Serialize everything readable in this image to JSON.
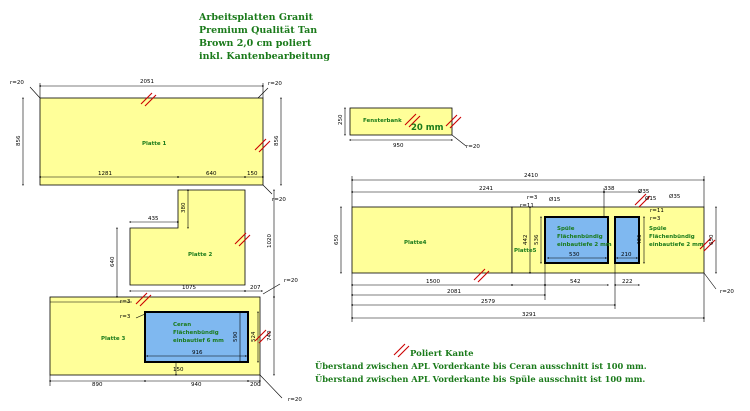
{
  "header": {
    "line1": "Arbeitsplatten Granit",
    "line2": "Premium Qualität Tan",
    "line3": "Brown 2,0 cm poliert",
    "line4": "inkl. Kantenbearbeitung"
  },
  "plates": {
    "p1": "Platte 1",
    "p2": "Platte 2",
    "p3": "Platte 3",
    "p4": "Platte4",
    "p5": "Platte5",
    "sill": "Fensterbank",
    "sill_thickness": "20 mm"
  },
  "cutouts": {
    "ceran_line1": "Ceran",
    "ceran_line2": "Flächenbündig",
    "ceran_line3": "einbautief 6 mm",
    "sink_line1": "Spüle",
    "sink_line2": "Flächenbündig",
    "sink_line3": "einbautiefe 2 mm"
  },
  "dims": {
    "d2051": "2051",
    "d856a": "856",
    "d856b": "856",
    "d1281": "1281",
    "d640a": "640",
    "d150a": "150",
    "d435": "435",
    "d380": "380",
    "d1020": "1020",
    "d640b": "640",
    "d1075": "1075",
    "d207": "207",
    "d740": "740",
    "d524": "524",
    "d590": "590",
    "d916": "916",
    "d890": "890",
    "d940": "940",
    "d200": "200",
    "d150b": "150",
    "d250": "250",
    "d950": "950",
    "d2410": "2410",
    "d2241": "2241",
    "d338": "338",
    "d650a": "650",
    "d650b": "650",
    "d442": "442",
    "d536": "536",
    "d530": "530",
    "d210": "210",
    "d436": "436",
    "d1500": "1500",
    "d2081": "2081",
    "d542": "542",
    "d222": "222",
    "d2579": "2579",
    "d3291": "3291"
  },
  "radii": {
    "r20a": "r=20",
    "r20b": "r=20",
    "r20c": "r=20",
    "r20d": "r=20",
    "r20e": "r=20",
    "r20f": "r=20",
    "r20g": "r=20",
    "r3a": "r=3",
    "r3b": "r=3",
    "r3c": "r=3",
    "r3d": "r=3",
    "r11a": "r=11",
    "r11b": "r=11",
    "o15a": "Ø15",
    "o15b": "Ø15",
    "o35a": "Ø35",
    "o35b": "Ø35"
  },
  "legend": {
    "polished": "Poliert Kante",
    "note1": "Überstand zwischen APL Vorderkante bis Ceran ausschnitt ist 100 mm.",
    "note2": "Überstand zwischen APL Vorderkante bis Spüle ausschnitt ist 100 mm."
  },
  "colors": {
    "plate": "#FFFF99",
    "cutout": "#7FB8F0",
    "text_green": "#1a7a1a",
    "polish_mark": "#cc0000"
  }
}
